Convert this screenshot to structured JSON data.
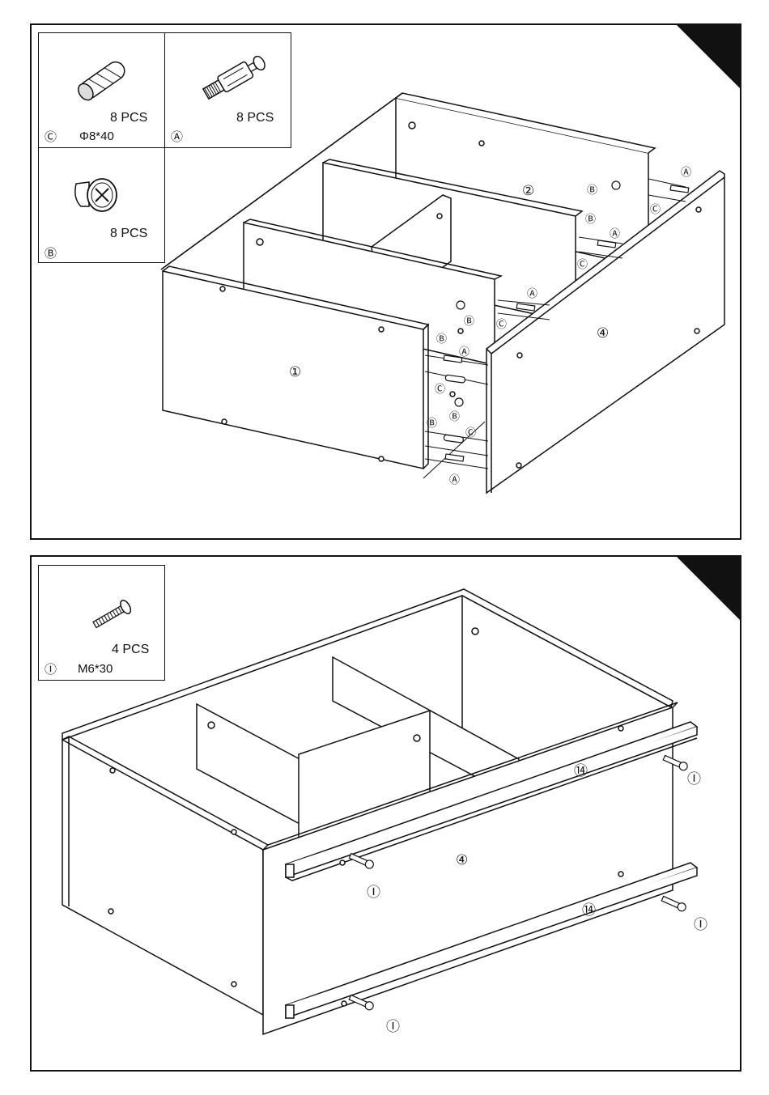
{
  "step1": {
    "hardware": [
      {
        "id": "C",
        "code": "Ⓒ",
        "qty": "8 PCS",
        "spec": "Φ8*40",
        "icon": "wooden-dowel-icon"
      },
      {
        "id": "A",
        "code": "Ⓐ",
        "qty": "8 PCS",
        "spec": "",
        "icon": "cam-bolt-icon"
      },
      {
        "id": "B",
        "code": "Ⓑ",
        "qty": "8 PCS",
        "spec": "",
        "icon": "cam-lock-icon"
      }
    ],
    "panel_labels": {
      "p1": "①",
      "p2": "②",
      "p4": "④"
    },
    "part_markers": {
      "a": "Ⓐ",
      "b": "Ⓑ",
      "c": "Ⓒ"
    }
  },
  "step2": {
    "hardware": [
      {
        "id": "I",
        "code": "Ⓘ",
        "qty": "4 PCS",
        "spec": "M6*30",
        "icon": "screw-icon"
      }
    ],
    "panel_labels": {
      "p4": "④",
      "p14": "⑭"
    },
    "part_markers": {
      "i": "Ⓘ"
    }
  }
}
